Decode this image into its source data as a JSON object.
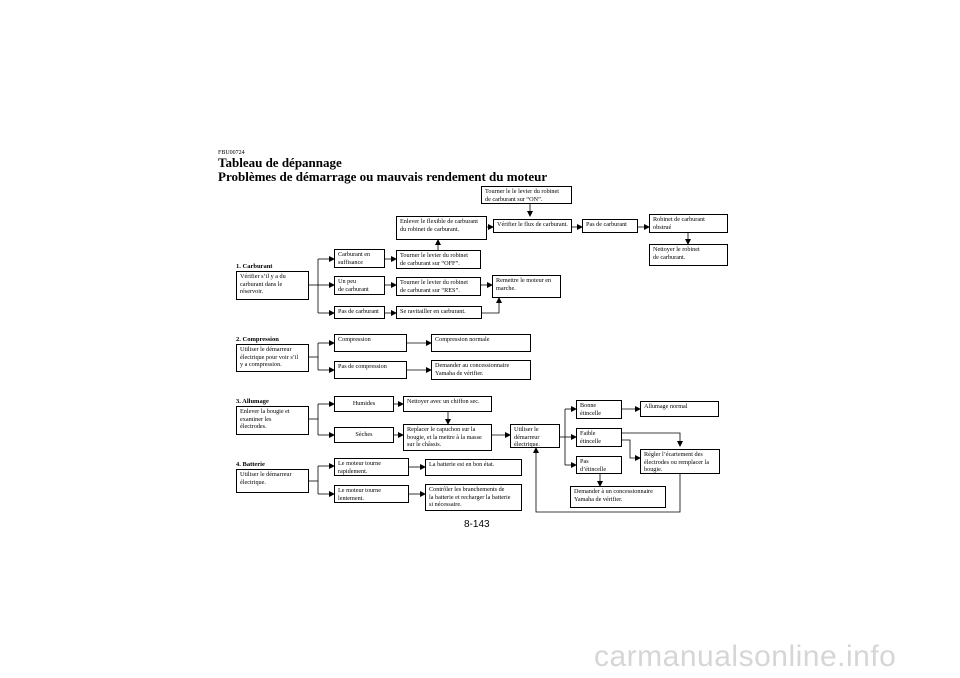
{
  "header": {
    "code": "FBU00724",
    "title": "Tableau de dépannage",
    "subtitle": "Problèmes de démarrage ou mauvais rendement du moteur"
  },
  "sections": {
    "fuel": "1. Carburant",
    "compression": "2. Compression",
    "ignition": "3. Allumage",
    "battery": "4. Batterie"
  },
  "boxes": {
    "b1": "Vérifier s’il y a du\ncarburant dans le\nréservoir.",
    "b2": "Carburant en\nsuffisance",
    "b3": "Un peu\nde carburant",
    "b4": "Pas de carburant",
    "b5": "Tourner le levier du robinet\nde carburant sur “OFF”.",
    "b6": "Tourner le levier du robinet\nde carburant sur “RES”.",
    "b7": "Se ravitailler en carburant.",
    "b8": "Enlever le flexible de carburant\ndu robinet de carburant.",
    "b9": "Tourner le le levier du  robinet\nde carburant sur “ON”.",
    "b10": "Vérifier le flux de carburant.",
    "b11": "Pas de carburant",
    "b12": "Robinet de carburant\nobstrué",
    "b13": "Nettoyer le robinet\nde carburant.",
    "b14": "Remettre le moteur en\nmarche.",
    "b15": "Utiliser le démarreur\nélectrique pour voir s’il\ny a compression.",
    "b16": "Compression",
    "b17": "Compression normale",
    "b18": "Pas de compression",
    "b19": "Demander au concessionnaire\nYamaha de vérifier.",
    "b20": "Enlever la bougie et\nexaminer les\nélectrodes.",
    "b21": "Humides",
    "b22": "Sèches",
    "b23": "Nettoyer avec un chiffon sec.",
    "b24": "Replacer le capuchon sur la\nbougie, et la mettre à la masse\nsur le châssis.",
    "b25": "Utiliser le\ndémarreur\nélectrique.",
    "b26": "Bonne\nétincelle",
    "b27": "Faible\nétincelle",
    "b28": "Pas\nd’étincelle",
    "b29": "Allumage normal",
    "b30": "Régler l’écartement des\nélectrodes ou remplacer la\nbougie.",
    "b31": "Demander à un concessionnaire\nYamaha de vérifier.",
    "b32": "Utiliser le démarreur\nélectrique.",
    "b33": "Le moteur tourne\nrapidement.",
    "b34": "Le moteur tourne\nlentement.",
    "b35": "La batterie est en bon état.",
    "b36": "Contrôler les branchements de\nla batterie et recharger la batterie\nsi nécessaire."
  },
  "page_number": "8-143",
  "watermark": "carmanualsonline.info"
}
